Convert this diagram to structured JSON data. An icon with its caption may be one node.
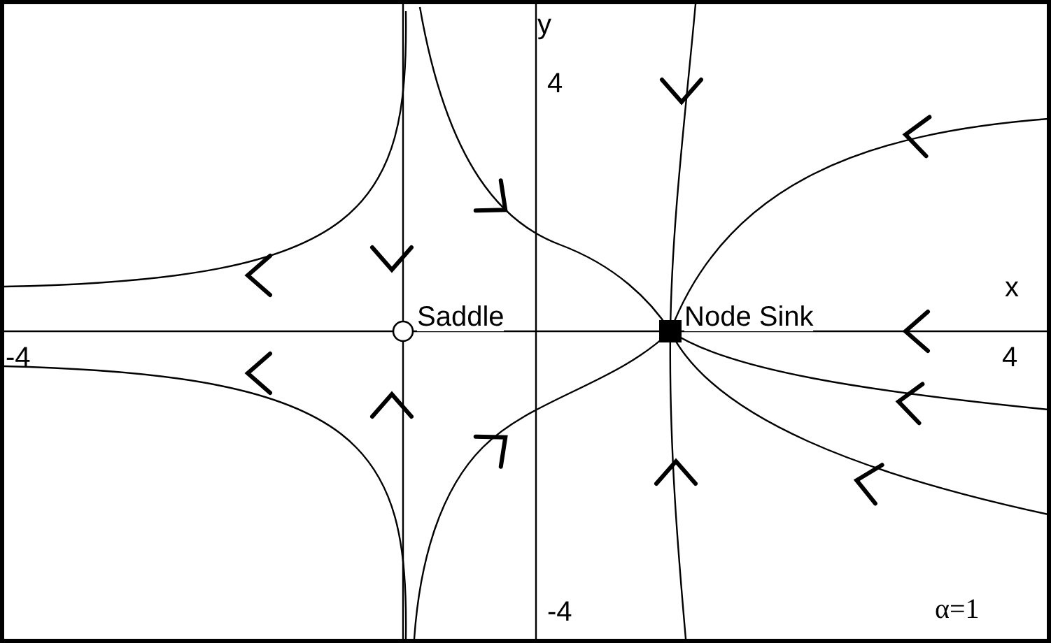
{
  "diagram": {
    "nodes": [
      {
        "text": [],
        "shape": "circle",
        "beside": [
          "Saddle"
        ]
      },
      {
        "text": [],
        "shape": "box",
        "beside": [
          "Node Sink"
        ]
      }
    ],
    "labels": [
      "y",
      "4",
      "x",
      "-4",
      "4",
      "-4",
      "α=1"
    ]
  }
}
